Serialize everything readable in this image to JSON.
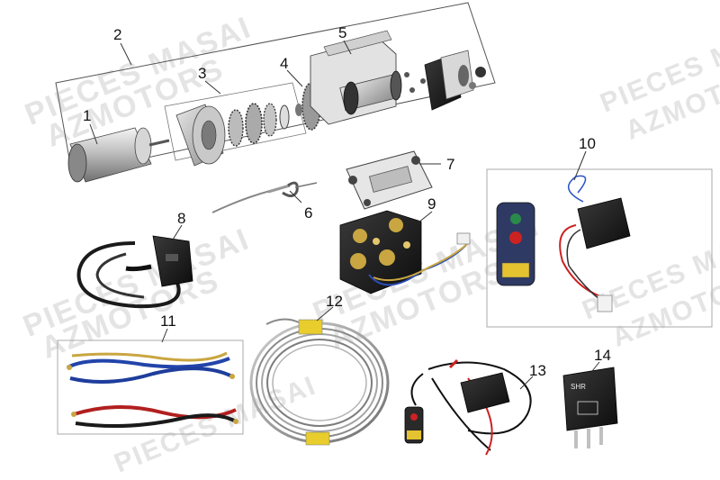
{
  "watermark": {
    "line1": "PIECES MASAI",
    "line2": "AZMOTORS"
  },
  "callouts": [
    "1",
    "2",
    "3",
    "4",
    "5",
    "6",
    "7",
    "8",
    "9",
    "10",
    "11",
    "12",
    "13",
    "14"
  ],
  "relay_label": "SHR"
}
